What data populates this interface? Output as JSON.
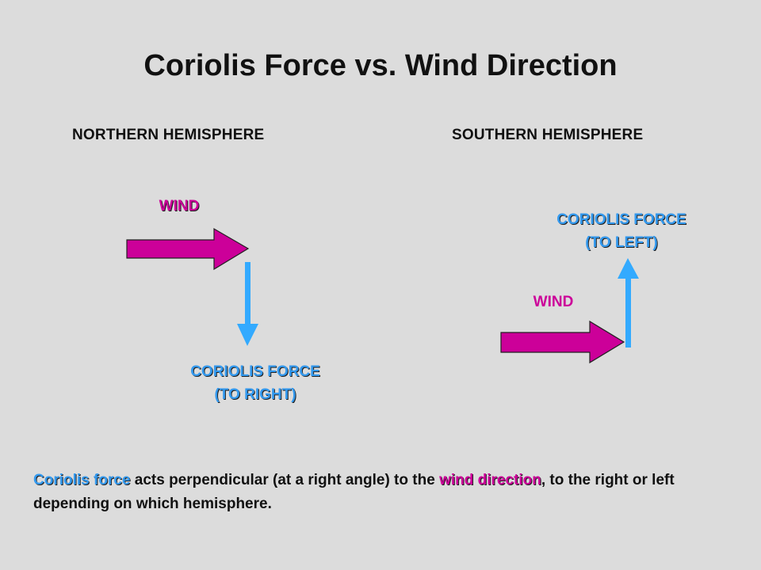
{
  "title": "Coriolis Force vs. Wind Direction",
  "northern": {
    "heading": "NORTHERN HEMISPHERE",
    "wind_label": "WIND",
    "coriolis_label_line1": "CORIOLIS FORCE",
    "coriolis_label_line2": "(TO RIGHT)"
  },
  "southern": {
    "heading": "SOUTHERN HEMISPHERE",
    "wind_label": "WIND",
    "coriolis_label_line1": "CORIOLIS FORCE",
    "coriolis_label_line2": "(TO LEFT)"
  },
  "caption": {
    "coriolis_term": "Coriolis force",
    "part1": " acts perpendicular (at a right angle) to the ",
    "wind_term": "wind direction",
    "part2": ", to the right or left depending on which hemisphere."
  },
  "colors": {
    "wind": "#cc0099",
    "coriolis": "#33aaff",
    "coriolis_text": "#3399ee",
    "background": "#dcdcdc"
  }
}
